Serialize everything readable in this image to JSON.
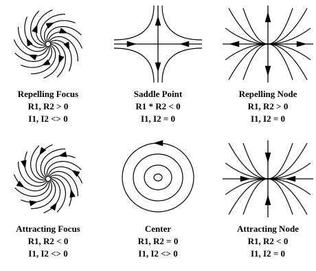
{
  "panels": [
    {
      "title": "Repelling  Focus",
      "line1": "R1, R2 > 0",
      "line2": "I1, I2 <> 0"
    },
    {
      "title": "Saddle Point",
      "line1": "R1 * R2 < 0",
      "line2": "I1, I2 = 0"
    },
    {
      "title": "Repelling Node",
      "line1": "R1, R2 > 0",
      "line2": "I1, I2 = 0"
    },
    {
      "title": "Attracting  Focus",
      "line1": "R1, R2 < 0",
      "line2": "I1, I2 <> 0"
    },
    {
      "title": "Center",
      "line1": "R1, R2 = 0",
      "line2": "I1, I2 <> 0"
    },
    {
      "title": "Attracting Node",
      "line1": "R1, R2 < 0",
      "line2": "I1, I2 = 0"
    }
  ]
}
